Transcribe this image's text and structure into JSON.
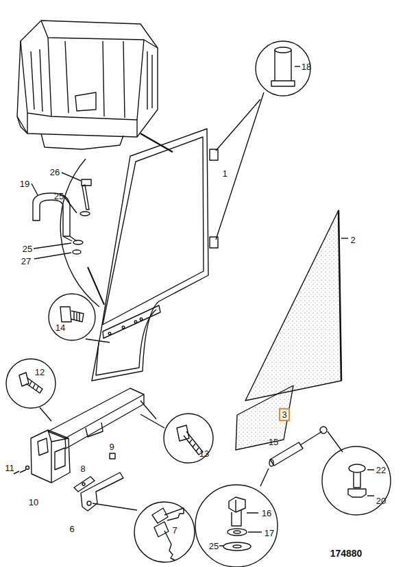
{
  "diagram": {
    "nodes": [
      {
        "text": [
          "3"
        ]
      }
    ],
    "labels": [
      "18",
      "1",
      "2",
      "26",
      "19",
      "25",
      "25",
      "27",
      "14",
      "12",
      "13",
      "9",
      "11",
      "8",
      "10",
      "6",
      "7",
      "15",
      "22",
      "20",
      "16",
      "17",
      "25",
      "174880"
    ]
  }
}
